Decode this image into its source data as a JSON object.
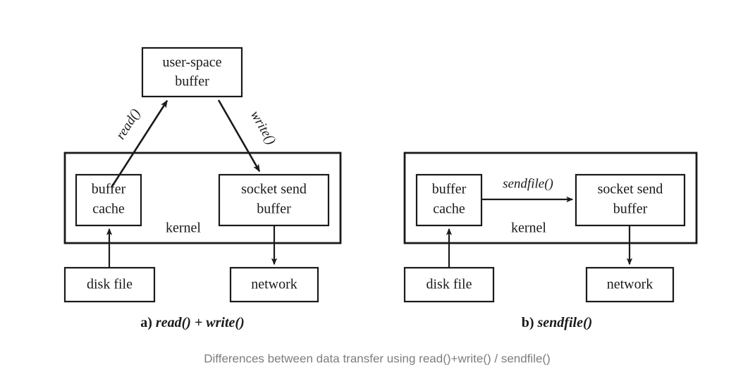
{
  "figure": {
    "caption": "Differences between data transfer using read()+write() / sendfile()",
    "caption_color": "#7d7d7d",
    "line_color": "#1a1a1a",
    "background": "#ffffff"
  },
  "panel_a": {
    "subcaption_prefix": "a)",
    "subcaption_call": "read() + write()",
    "user_space_buffer": "user-space\nbuffer",
    "user_space_buffer_line1": "user-space",
    "user_space_buffer_line2": "buffer",
    "kernel_label": "kernel",
    "buffer_cache_line1": "buffer",
    "buffer_cache_line2": "cache",
    "socket_send_buffer_line1": "socket send",
    "socket_send_buffer_line2": "buffer",
    "disk_file": "disk file",
    "network": "network",
    "arrow_read_label": "read()",
    "arrow_write_label": "write()"
  },
  "panel_b": {
    "subcaption_prefix": "b)",
    "subcaption_call": "sendfile()",
    "kernel_label": "kernel",
    "buffer_cache_line1": "buffer",
    "buffer_cache_line2": "cache",
    "socket_send_buffer_line1": "socket send",
    "socket_send_buffer_line2": "buffer",
    "disk_file": "disk file",
    "network": "network",
    "arrow_sendfile_label": "sendfile()"
  }
}
